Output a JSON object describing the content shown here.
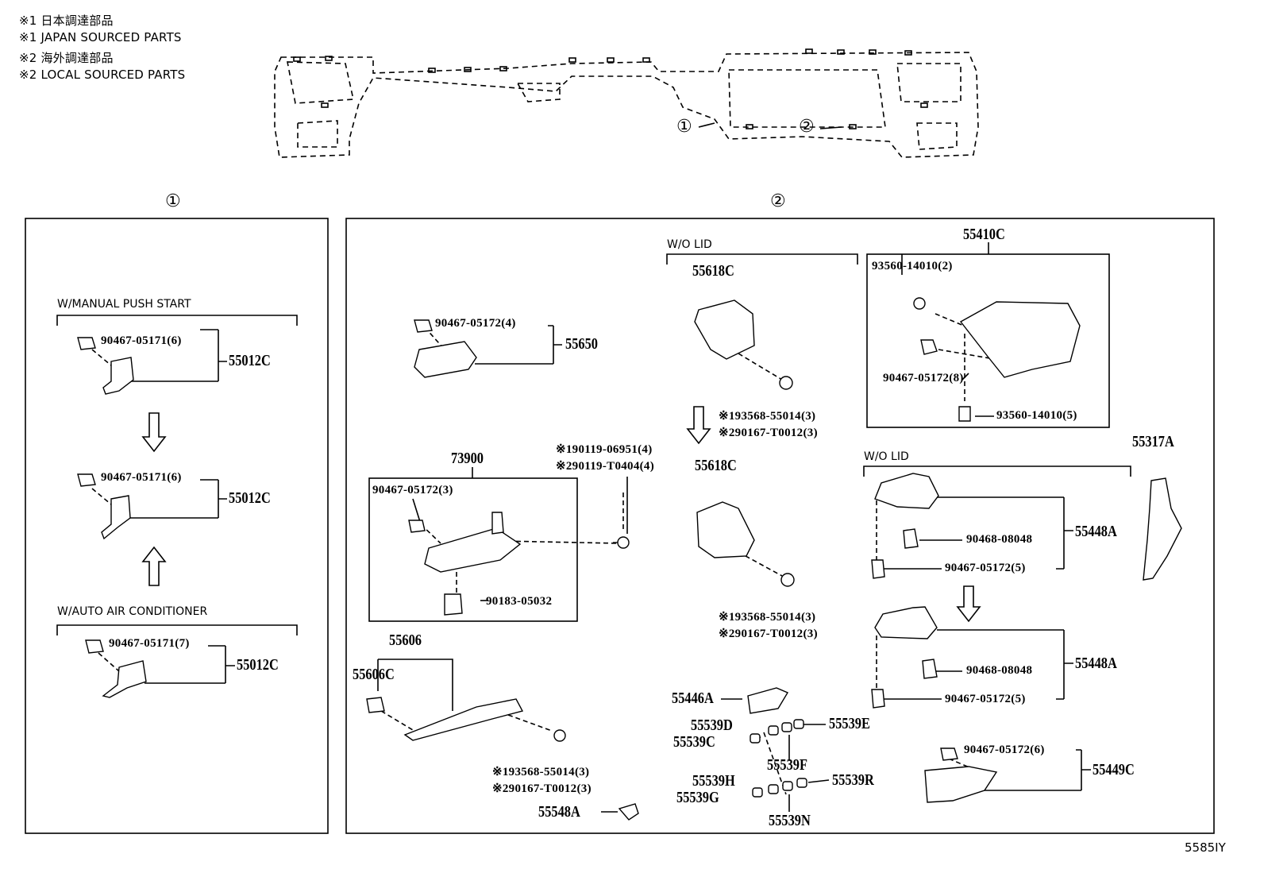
{
  "notes": [
    "※1 日本調達部品",
    "※1 JAPAN SOURCED PARTS",
    "※2 海外調達部品",
    "※2 LOCAL SOURCED PARTS"
  ],
  "overview": {
    "callout1": "①",
    "callout2": "②"
  },
  "panel1": {
    "title": "①",
    "conditions": [
      "W/MANUAL PUSH START",
      "W/AUTO AIR CONDITIONER"
    ],
    "clip_a": "90467-05171(6)",
    "clip_b": "90467-05171(6)",
    "clip_c": "90467-05171(7)",
    "bracket": "55012C"
  },
  "panel2": {
    "title": "②",
    "w_o_lid": "W/O LID",
    "p55650": "55650",
    "clip_55650": "90467-05172(4)",
    "p73900": "73900",
    "clip_73900": "90467-05172(3)",
    "screw_73900": "90183-05032",
    "jp_bolt_73900": "※190119-06951(4)",
    "local_bolt_73900": "※290119-T0404(4)",
    "p55606": "55606",
    "p55606C": "55606C",
    "jp_screw_55606": "※193568-55014(3)",
    "local_screw_55606": "※290167-T0012(3)",
    "p55548A": "55548A",
    "p55618C": "55618C",
    "jp_screw_55618": "※193568-55014(3)",
    "local_screw_55618": "※290167-T0012(3)",
    "p55446A": "55446A",
    "p55539C": "55539C",
    "p55539D": "55539D",
    "p55539E": "55539E",
    "p55539F": "55539F",
    "p55539G": "55539G",
    "p55539H": "55539H",
    "p55539N": "55539N",
    "p55539R": "55539R",
    "p55410C": "55410C",
    "bolt_55410_top": "93560-14010(2)",
    "bolt_55410_bottom": "93560-14010(5)",
    "clip_55410": "90467-05172(8)",
    "p55317A": "55317A",
    "p55448A": "55448A",
    "clip_55448_a": "90468-08048",
    "clip_55448_b": "90467-05172(5)",
    "p55449C": "55449C",
    "clip_55449": "90467-05172(6)"
  },
  "figure_code": "5585IY"
}
